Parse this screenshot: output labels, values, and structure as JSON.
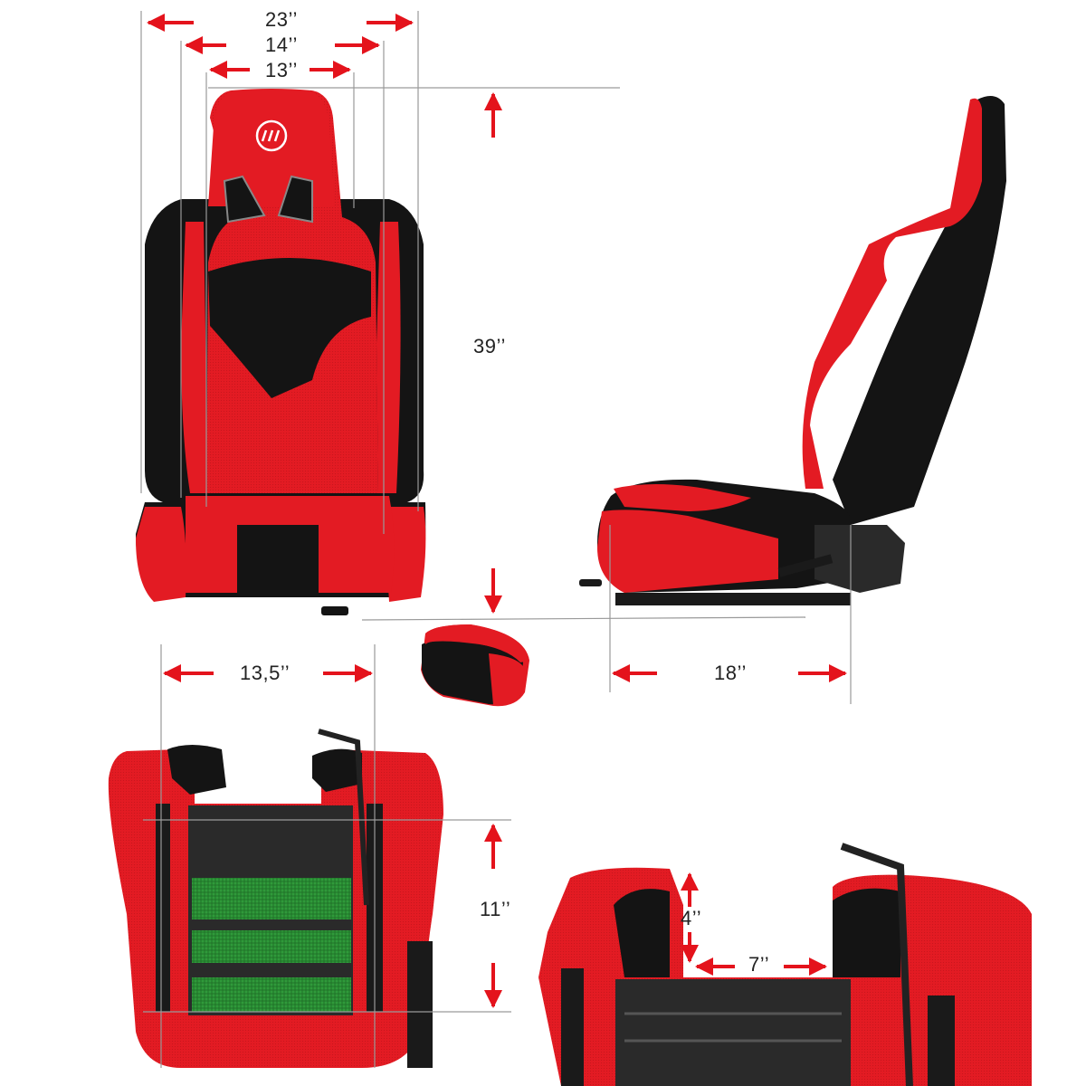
{
  "dimensions": {
    "overall_width": "23’’",
    "shoulder_width": "14’’",
    "back_width": "13’’",
    "height": "39’’",
    "seat_width": "13,5’’",
    "seat_depth": "18’’",
    "cushion_depth": "11’’",
    "bolster_height": "4’’",
    "gap_width": "7’’"
  },
  "colors": {
    "seat_red": "#e31b23",
    "seat_dark_red": "#b9141a",
    "seat_black": "#141414",
    "arrow_red": "#e4131c",
    "guide_gray": "#9a9a9a",
    "strap_green": "#2f9a3a",
    "logo_white": "#ffffff"
  },
  "icons": [
    "bucket-seat-front-view",
    "bucket-seat-side-view",
    "seat-cushion-top-view",
    "seat-cushion-closeup",
    "head-cushion-pillow",
    "brand-logo"
  ]
}
